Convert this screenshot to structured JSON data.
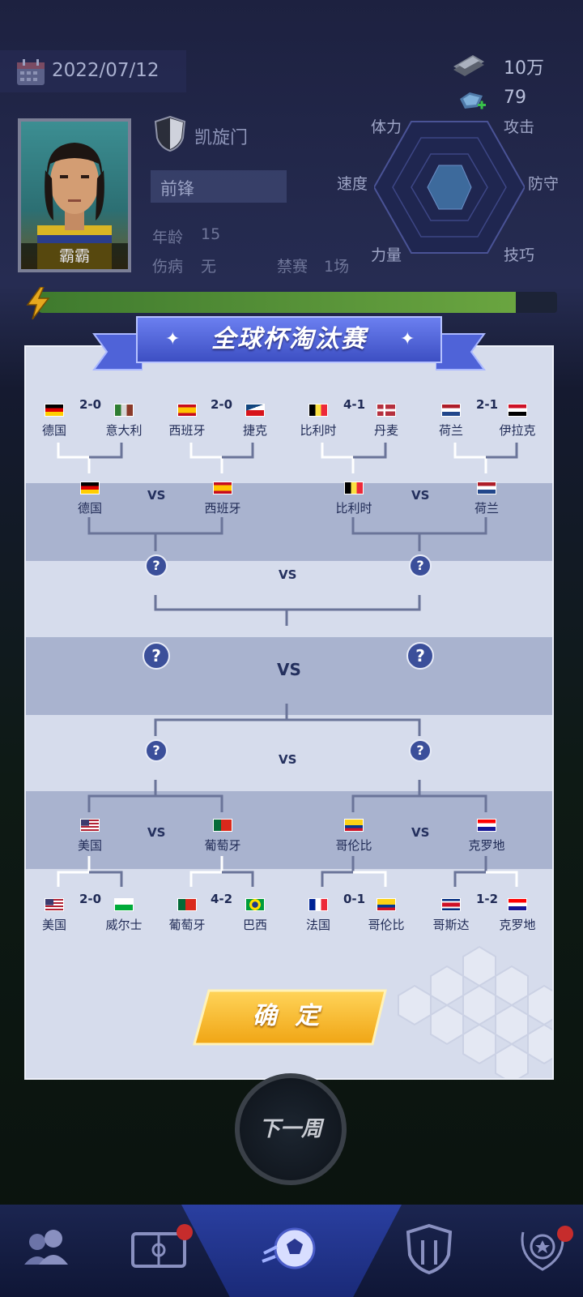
{
  "header": {
    "date": "2022/07/12",
    "cash": "10万",
    "gems": "79"
  },
  "player": {
    "name": "霸霸",
    "club": "凯旋门",
    "position": "前锋",
    "age_label": "年龄",
    "age": "15",
    "injury_label": "伤病",
    "injury": "无",
    "ban_label": "禁赛",
    "ban": "1场",
    "stats": [
      "体力",
      "攻击",
      "速度",
      "防守",
      "力量",
      "技巧"
    ],
    "energy_percent": 92
  },
  "modal": {
    "title": "全球杯淘汰赛",
    "confirm_label": "确 定",
    "vs": "VS",
    "unknown": "?",
    "round16_top": [
      {
        "home": "德国",
        "away": "意大利",
        "score": "2-0"
      },
      {
        "home": "西班牙",
        "away": "捷克",
        "score": "2-0"
      },
      {
        "home": "比利时",
        "away": "丹麦",
        "score": "4-1"
      },
      {
        "home": "荷兰",
        "away": "伊拉克",
        "score": "2-1"
      }
    ],
    "quarter_top": [
      {
        "home": "德国",
        "away": "西班牙"
      },
      {
        "home": "比利时",
        "away": "荷兰"
      }
    ],
    "quarter_bottom": [
      {
        "home": "美国",
        "away": "葡萄牙"
      },
      {
        "home": "哥伦比",
        "away": "克罗地"
      }
    ],
    "round16_bottom": [
      {
        "home": "美国",
        "away": "威尔士",
        "score": "2-0"
      },
      {
        "home": "葡萄牙",
        "away": "巴西",
        "score": "4-2"
      },
      {
        "home": "法国",
        "away": "哥伦比",
        "score": "0-1"
      },
      {
        "home": "哥斯达",
        "away": "克罗地",
        "score": "1-2"
      }
    ]
  },
  "bottom": {
    "next_week": "下一周"
  },
  "colors": {
    "modal_bg": "#d6dcec",
    "band": "#a9b3cf",
    "accent_blue": "#3d4fc3",
    "confirm_gold": "#f2b21c"
  },
  "icons": [
    "calendar-icon",
    "cash-icon",
    "gem-icon",
    "club-shield-icon",
    "bolt-icon",
    "question-icon",
    "team-tab-icon",
    "field-tab-icon",
    "match-tab-icon",
    "club-tab-icon",
    "trophy-tab-icon"
  ]
}
